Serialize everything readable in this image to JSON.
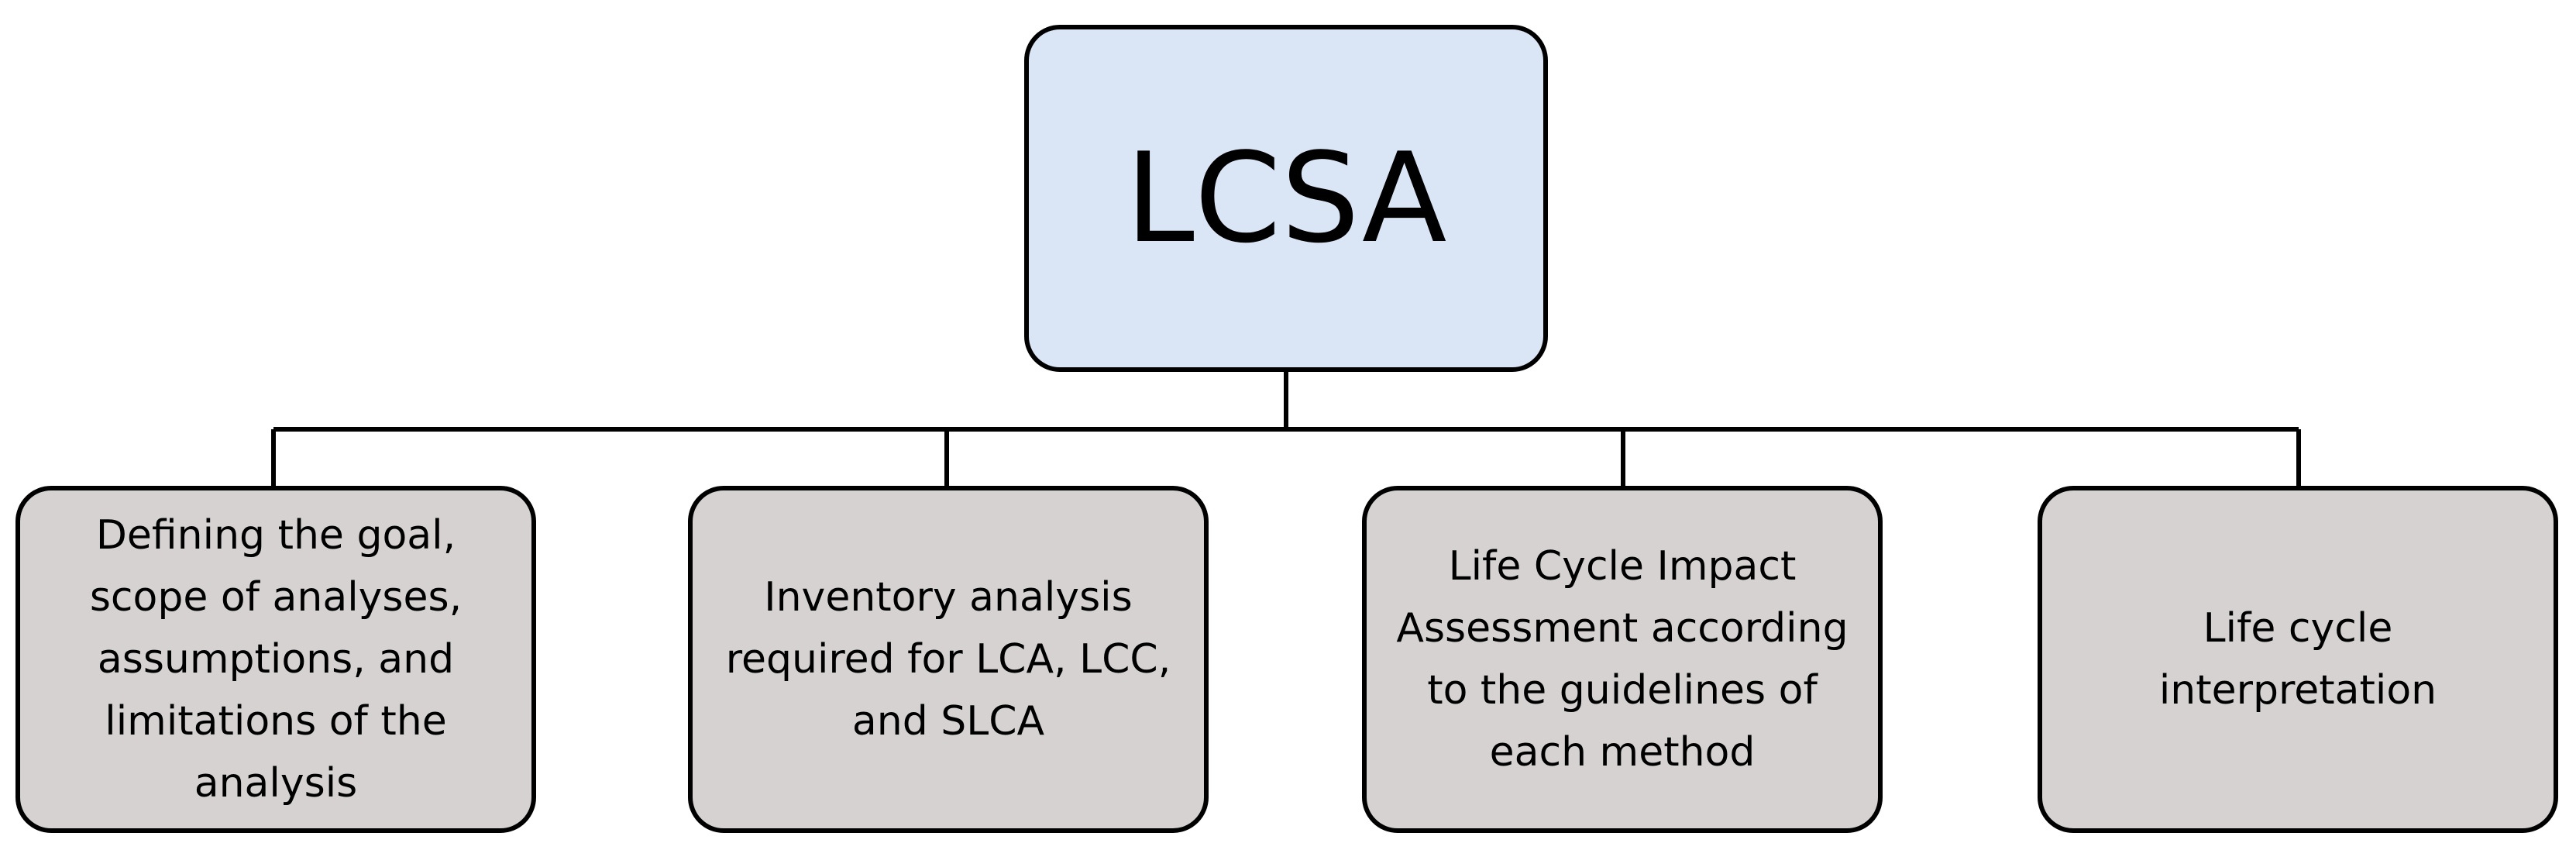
{
  "diagram": {
    "root": {
      "label": "LCSA",
      "fill": "#dae6f6"
    },
    "children": [
      {
        "label": "Defining the goal, scope of analyses, assumptions, and limitations of the analysis"
      },
      {
        "label": "Inventory analysis required for LCA, LCC, and SLCA"
      },
      {
        "label": "Life Cycle Impact Assessment according to the guidelines of each method"
      },
      {
        "label": "Life cycle interpretation"
      }
    ],
    "child_fill": "#d6d2d2",
    "line_color": "#000000"
  }
}
